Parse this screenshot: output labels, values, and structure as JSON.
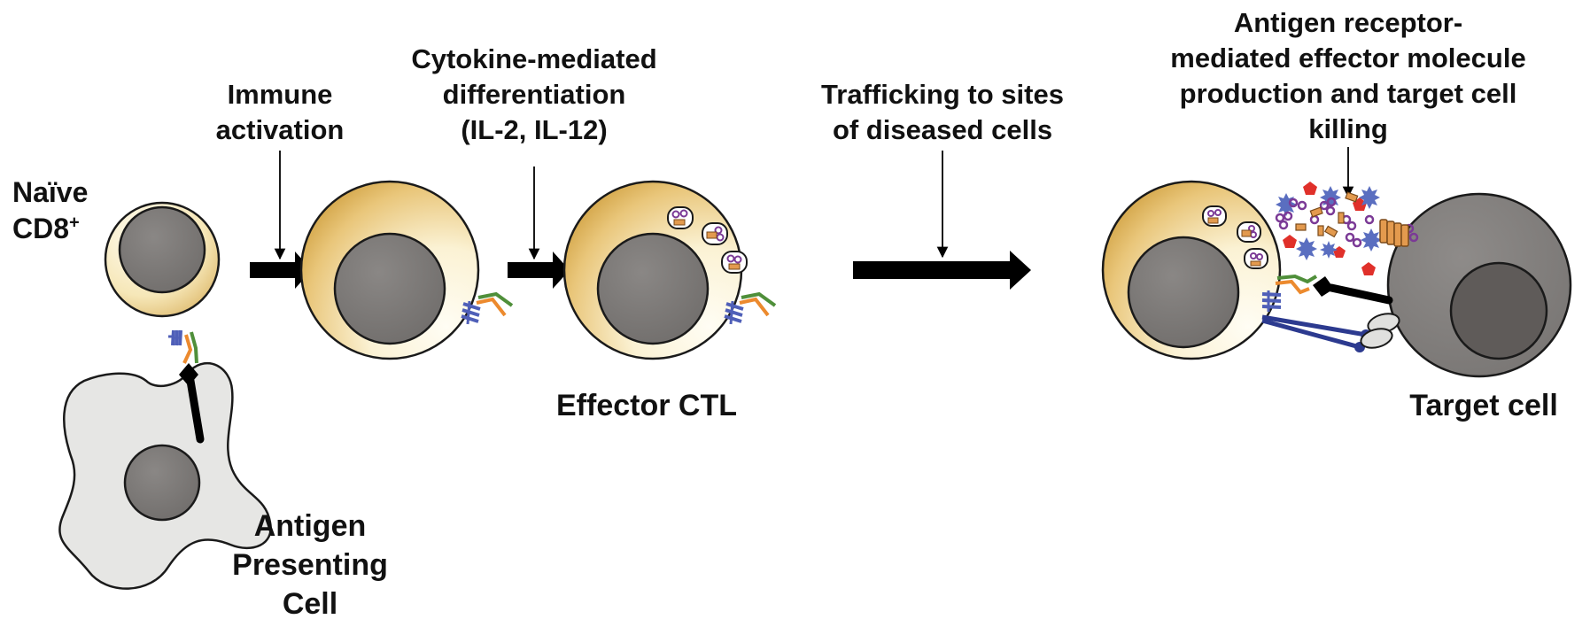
{
  "step_labels": {
    "immune_activation": [
      "Immune",
      "activation"
    ],
    "cytokine_differentiation": [
      "Cytokine-mediated",
      "differentiation",
      "(IL-2, IL-12)"
    ],
    "trafficking": [
      "Trafficking to sites",
      "of diseased cells"
    ],
    "effector_killing": [
      "Antigen receptor-",
      "mediated effector molecule",
      "production and target cell",
      "killing"
    ]
  },
  "cell_labels": {
    "naive_line1": "Naïve",
    "naive_line2_main": "CD8",
    "naive_line2_sup": "+",
    "apc": [
      "Antigen",
      "Presenting",
      "Cell"
    ],
    "effector_ctl": "Effector CTL",
    "target_cell": "Target cell"
  },
  "colors": {
    "nucleus": "#7d7a78",
    "nucleus_dark": "#5f5b59",
    "cytoplasm_gold": "#d9b25a",
    "cytoplasm_light": "#fbf7e8",
    "apc_fill": "#e6e6e4",
    "target_fill": "#858280",
    "receptor_blue": "#4f5fb8",
    "receptor_orange": "#ec8a2e",
    "receptor_green": "#4f8f3a",
    "granule_purple": "#7b3a96",
    "granule_orange": "#e39a4e",
    "star_blue": "#5a6ec0",
    "pentagon_red": "#e0302a",
    "arrow": "#000000"
  }
}
